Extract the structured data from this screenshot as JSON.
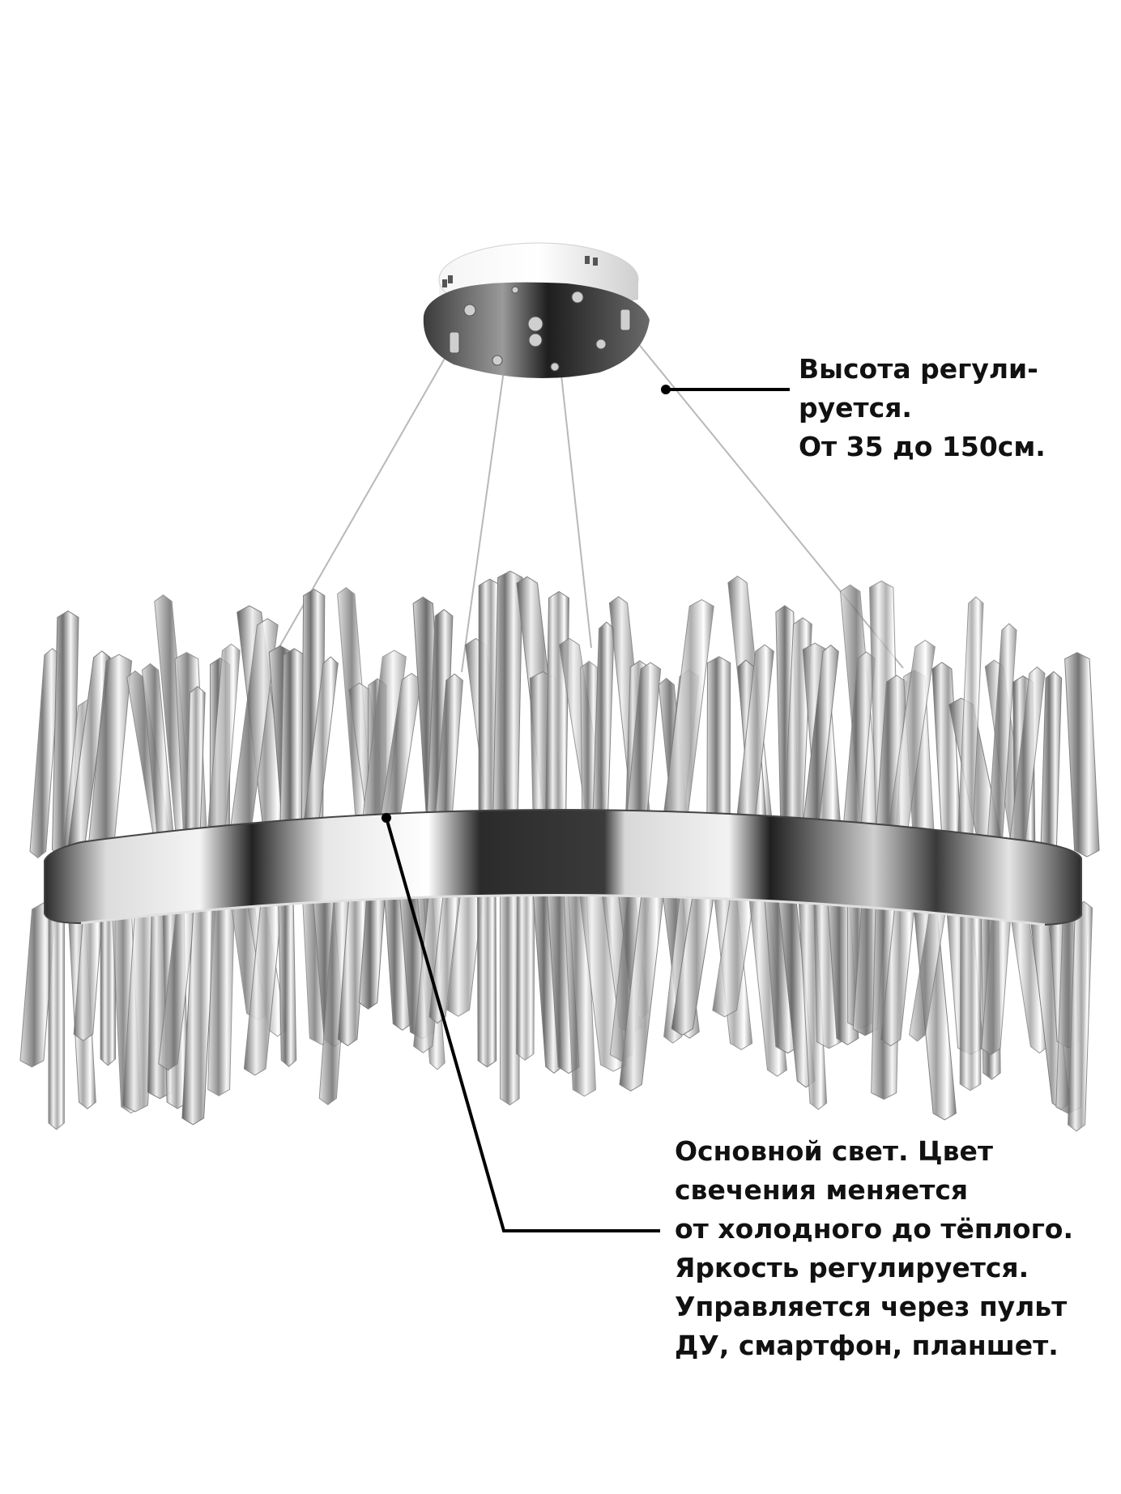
{
  "colors": {
    "text": "#111111",
    "leader": "#000000",
    "chrome_dark": "#2a2a2a",
    "chrome_light": "#e8e8e8",
    "crystal": "#9a9a9a"
  },
  "callouts": {
    "height": {
      "lines": [
        "Высота регули-",
        "руется.",
        "От 35 до 150см."
      ]
    },
    "main_light": {
      "lines": [
        "Основной свет. Цвет",
        "свечения меняется",
        "от холодного до тёплого.",
        "Яркость регулируется.",
        "Управляется через пульт",
        "ДУ, смартфон, планшет."
      ]
    }
  },
  "icons": {
    "product": "crystal-ring-chandelier-icon"
  }
}
